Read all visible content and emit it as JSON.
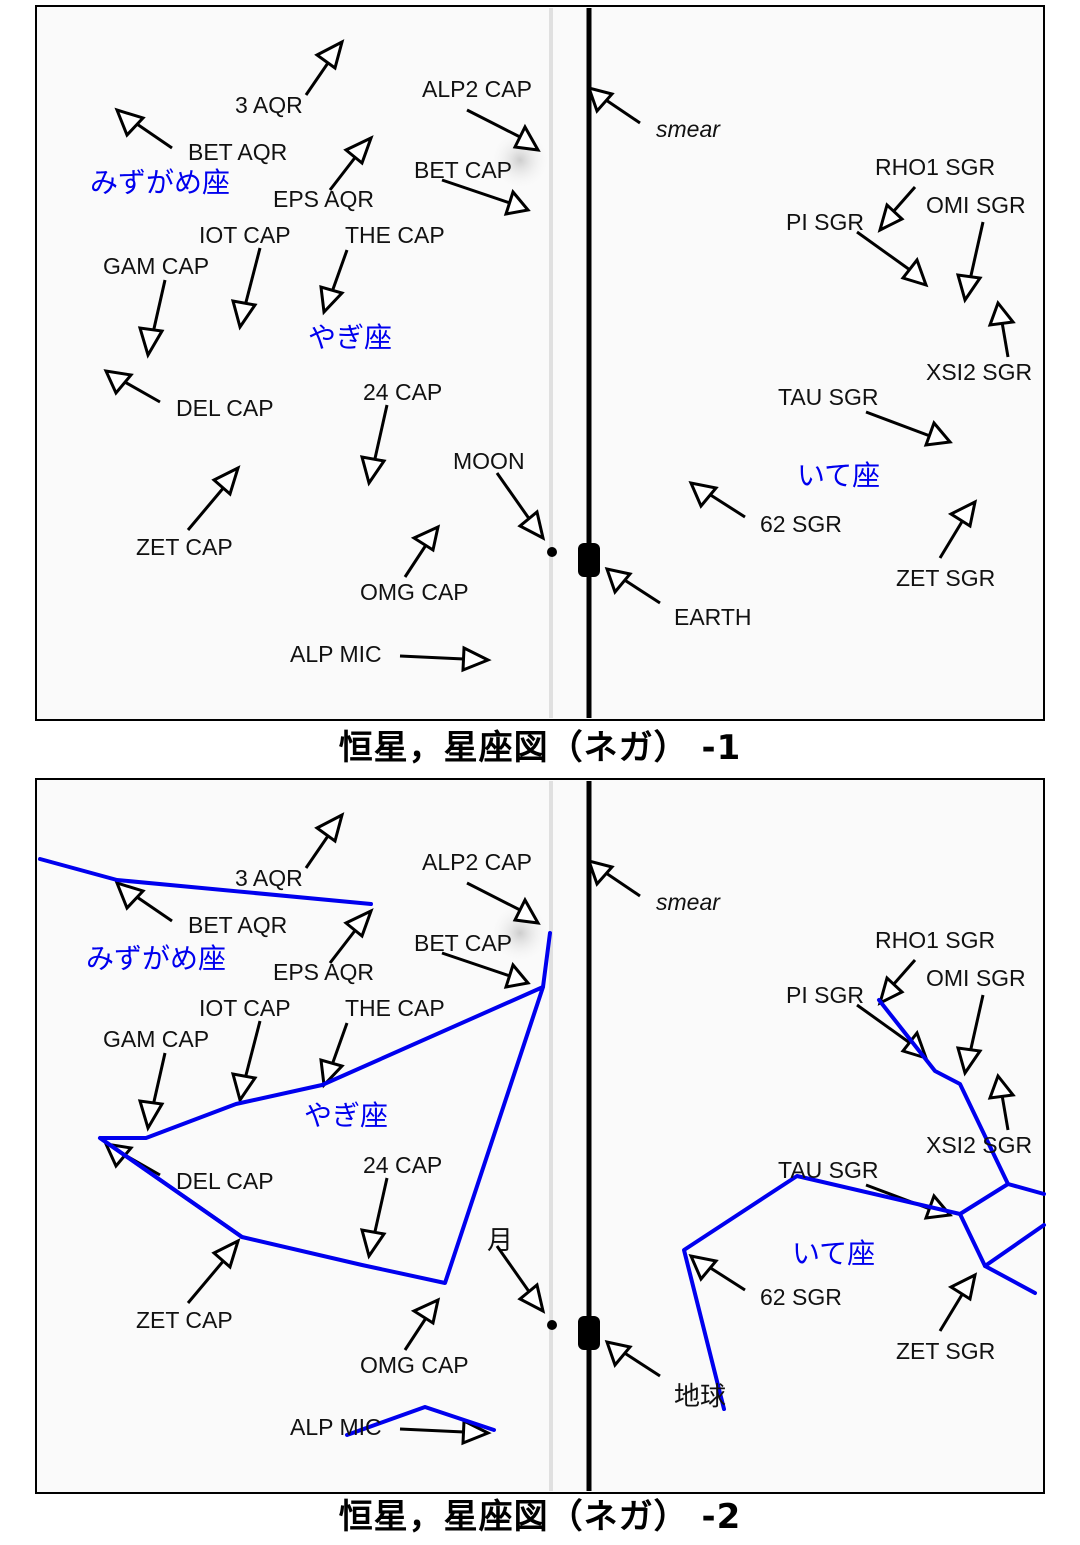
{
  "colors": {
    "constellation": "#0000ee",
    "arrow": "#000000",
    "frame": "#000000",
    "background": "#fafafa"
  },
  "panels": [
    {
      "caption": "恒星，星座図（ネガ） -1",
      "constellations": {
        "aquarius": "みずがめ座",
        "capricornus": "やぎ座",
        "sagittarius": "いて座"
      },
      "labels": {
        "aqr3": "3 AQR",
        "alp2cap": "ALP2 CAP",
        "smear": "smear",
        "betaqr": "BET AQR",
        "betcap": "BET CAP",
        "epsaqr": "EPS AQR",
        "rho1sgr": "RHO1 SGR",
        "omisgr": "OMI SGR",
        "pisgr": "PI SGR",
        "iotcap": "IOT CAP",
        "thecap": "THE CAP",
        "gamcap": "GAM CAP",
        "xsi2sgr": "XSI2 SGR",
        "delcap": "DEL CAP",
        "cap24": "24 CAP",
        "tausgr": "TAU SGR",
        "moon": "MOON",
        "zetcap": "ZET CAP",
        "sgr62": "62 SGR",
        "omgcap": "OMG CAP",
        "zetsgr": "ZET SGR",
        "earth": "EARTH",
        "alpmic": "ALP MIC"
      }
    },
    {
      "caption": "恒星，星座図（ネガ） -2",
      "constellations": {
        "aquarius": "みずがめ座",
        "capricornus": "やぎ座",
        "sagittarius": "いて座"
      },
      "labels": {
        "aqr3": "3 AQR",
        "alp2cap": "ALP2 CAP",
        "smear": "smear",
        "betaqr": "BET AQR",
        "betcap": "BET CAP",
        "epsaqr": "EPS AQR",
        "rho1sgr": "RHO1 SGR",
        "omisgr": "OMI SGR",
        "pisgr": "PI SGR",
        "iotcap": "IOT CAP",
        "thecap": "THE CAP",
        "gamcap": "GAM CAP",
        "xsi2sgr": "XSI2 SGR",
        "delcap": "DEL CAP",
        "cap24": "24 CAP",
        "tausgr": "TAU SGR",
        "moon": "月",
        "zetcap": "ZET CAP",
        "sgr62": "62 SGR",
        "omgcap": "OMG CAP",
        "zetsgr": "ZET SGR",
        "earth": "地球",
        "alpmic": "ALP MIC"
      }
    }
  ]
}
